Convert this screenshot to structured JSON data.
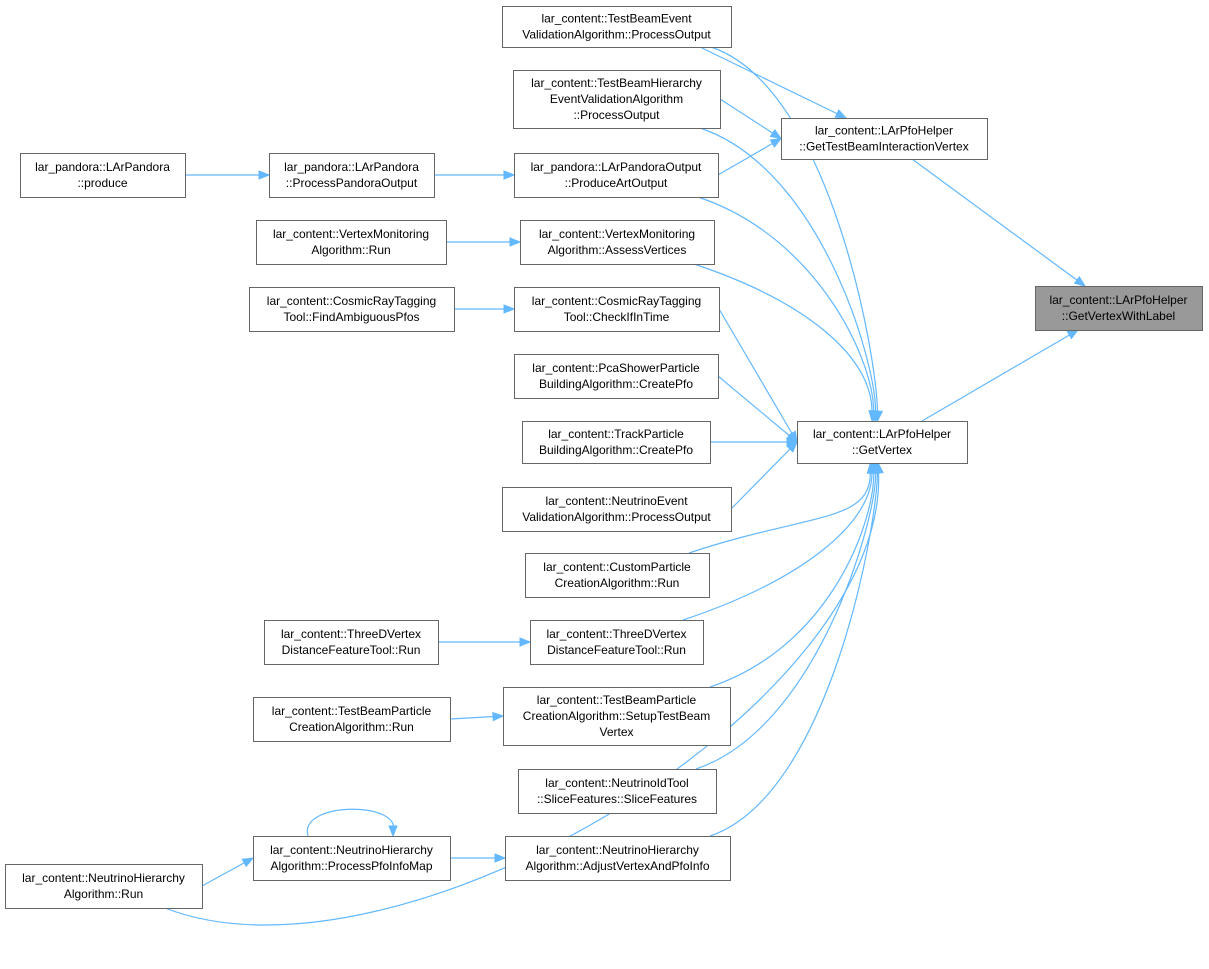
{
  "nodes": [
    {
      "id": "target",
      "lines": [
        "lar_content::LArPfoHelper",
        "::GetVertexWithLabel"
      ],
      "focus": true
    },
    {
      "id": "tbiv",
      "lines": [
        "lar_content::LArPfoHelper",
        "::GetTestBeamInteractionVertex"
      ]
    },
    {
      "id": "getvertex",
      "lines": [
        "lar_content::LArPfoHelper",
        "::GetVertex"
      ]
    },
    {
      "id": "tbevent",
      "lines": [
        "lar_content::TestBeamEvent",
        "ValidationAlgorithm::ProcessOutput"
      ]
    },
    {
      "id": "tbhier",
      "lines": [
        "lar_content::TestBeamHierarchy",
        "EventValidationAlgorithm",
        "::ProcessOutput"
      ]
    },
    {
      "id": "produceart",
      "lines": [
        "lar_pandora::LArPandoraOutput",
        "::ProduceArtOutput"
      ]
    },
    {
      "id": "procpandora",
      "lines": [
        "lar_pandora::LArPandora",
        "::ProcessPandoraOutput"
      ]
    },
    {
      "id": "produce",
      "lines": [
        "lar_pandora::LArPandora",
        "::produce"
      ]
    },
    {
      "id": "vmassess",
      "lines": [
        "lar_content::VertexMonitoring",
        "Algorithm::AssessVertices"
      ]
    },
    {
      "id": "vmrun",
      "lines": [
        "lar_content::VertexMonitoring",
        "Algorithm::Run"
      ]
    },
    {
      "id": "crtcheck",
      "lines": [
        "lar_content::CosmicRayTagging",
        "Tool::CheckIfInTime"
      ]
    },
    {
      "id": "crtfind",
      "lines": [
        "lar_content::CosmicRayTagging",
        "Tool::FindAmbiguousPfos"
      ]
    },
    {
      "id": "pcashower",
      "lines": [
        "lar_content::PcaShowerParticle",
        "BuildingAlgorithm::CreatePfo"
      ]
    },
    {
      "id": "trackpart",
      "lines": [
        "lar_content::TrackParticle",
        "BuildingAlgorithm::CreatePfo"
      ]
    },
    {
      "id": "nuevent",
      "lines": [
        "lar_content::NeutrinoEvent",
        "ValidationAlgorithm::ProcessOutput"
      ]
    },
    {
      "id": "custompart",
      "lines": [
        "lar_content::CustomParticle",
        "CreationAlgorithm::Run"
      ]
    },
    {
      "id": "tdvrun",
      "lines": [
        "lar_content::ThreeDVertex",
        "DistanceFeatureTool::Run"
      ]
    },
    {
      "id": "tdvrun2",
      "lines": [
        "lar_content::ThreeDVertex",
        "DistanceFeatureTool::Run"
      ]
    },
    {
      "id": "tbsetup",
      "lines": [
        "lar_content::TestBeamParticle",
        "CreationAlgorithm::SetupTestBeam",
        "Vertex"
      ]
    },
    {
      "id": "tbrun",
      "lines": [
        "lar_content::TestBeamParticle",
        "CreationAlgorithm::Run"
      ]
    },
    {
      "id": "nuid",
      "lines": [
        "lar_content::NeutrinoIdTool",
        "::SliceFeatures::SliceFeatures"
      ]
    },
    {
      "id": "nhadjust",
      "lines": [
        "lar_content::NeutrinoHierarchy",
        "Algorithm::AdjustVertexAndPfoInfo"
      ]
    },
    {
      "id": "nhproc",
      "lines": [
        "lar_content::NeutrinoHierarchy",
        "Algorithm::ProcessPfoInfoMap"
      ]
    },
    {
      "id": "nhrun",
      "lines": [
        "lar_content::NeutrinoHierarchy",
        "Algorithm::Run"
      ]
    }
  ],
  "edges": [
    {
      "from": "tbiv",
      "to": "target"
    },
    {
      "from": "getvertex",
      "to": "target"
    },
    {
      "from": "tbevent",
      "to": "tbiv"
    },
    {
      "from": "tbhier",
      "to": "tbiv"
    },
    {
      "from": "produceart",
      "to": "tbiv"
    },
    {
      "from": "tbevent",
      "to": "getvertex"
    },
    {
      "from": "tbhier",
      "to": "getvertex"
    },
    {
      "from": "produceart",
      "to": "getvertex"
    },
    {
      "from": "vmassess",
      "to": "getvertex"
    },
    {
      "from": "crtcheck",
      "to": "getvertex"
    },
    {
      "from": "pcashower",
      "to": "getvertex"
    },
    {
      "from": "trackpart",
      "to": "getvertex"
    },
    {
      "from": "nuevent",
      "to": "getvertex"
    },
    {
      "from": "custompart",
      "to": "getvertex"
    },
    {
      "from": "tdvrun",
      "to": "getvertex"
    },
    {
      "from": "tbsetup",
      "to": "getvertex"
    },
    {
      "from": "nuid",
      "to": "getvertex"
    },
    {
      "from": "nhadjust",
      "to": "getvertex"
    },
    {
      "from": "nhrun",
      "to": "getvertex"
    },
    {
      "from": "procpandora",
      "to": "produceart"
    },
    {
      "from": "produce",
      "to": "procpandora"
    },
    {
      "from": "vmrun",
      "to": "vmassess"
    },
    {
      "from": "crtfind",
      "to": "crtcheck"
    },
    {
      "from": "tdvrun2",
      "to": "tdvrun"
    },
    {
      "from": "tbrun",
      "to": "tbsetup"
    },
    {
      "from": "nhproc",
      "to": "nhadjust"
    },
    {
      "from": "nhproc",
      "to": "nhproc"
    },
    {
      "from": "nhrun",
      "to": "nhproc"
    }
  ]
}
